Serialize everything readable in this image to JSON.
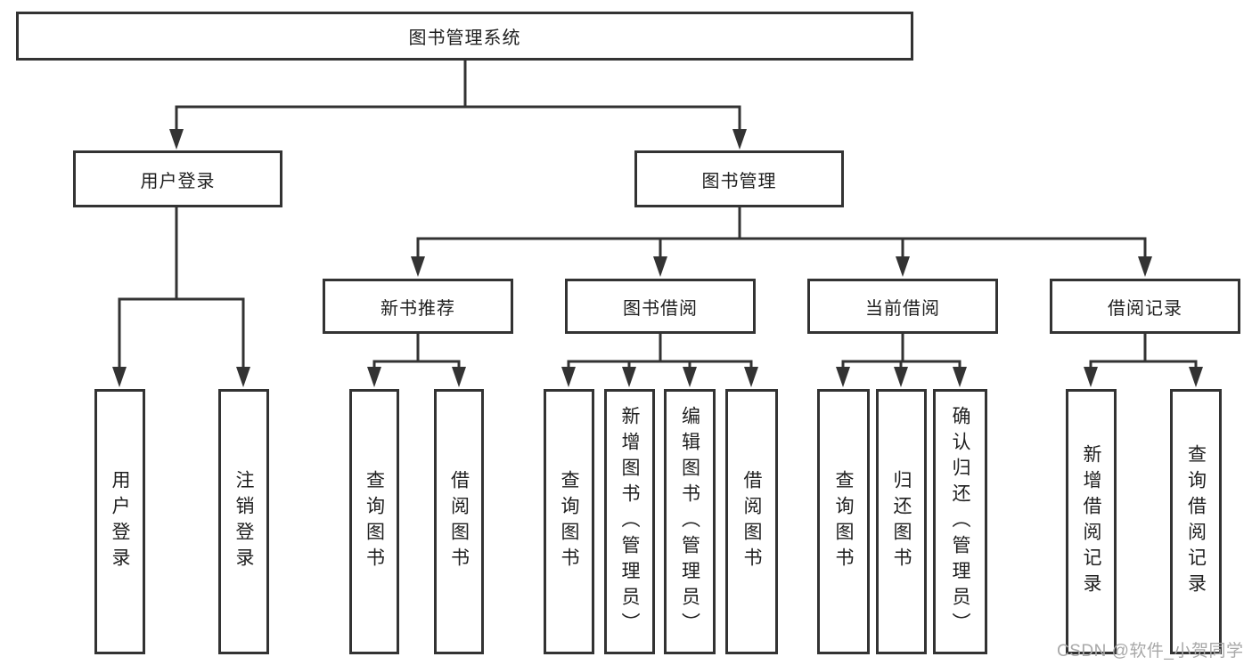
{
  "tree": {
    "root": {
      "label": "图书管理系统",
      "children": [
        {
          "label": "用户登录",
          "children": [
            {
              "label": "用户登录"
            },
            {
              "label": "注销登录"
            }
          ]
        },
        {
          "label": "图书管理",
          "children": [
            {
              "label": "新书推荐",
              "children": [
                {
                  "label": "查询图书"
                },
                {
                  "label": "借阅图书"
                }
              ]
            },
            {
              "label": "图书借阅",
              "children": [
                {
                  "label": "查询图书"
                },
                {
                  "label": "新增图书（管理员）"
                },
                {
                  "label": "编辑图书（管理员）"
                },
                {
                  "label": "借阅图书"
                }
              ]
            },
            {
              "label": "当前借阅",
              "children": [
                {
                  "label": "查询图书"
                },
                {
                  "label": "归还图书"
                },
                {
                  "label": "确认归还（管理员）"
                }
              ]
            },
            {
              "label": "借阅记录",
              "children": [
                {
                  "label": "新增借阅记录"
                },
                {
                  "label": "查询借阅记录"
                }
              ]
            }
          ]
        }
      ]
    }
  },
  "watermark": {
    "text": "CSDN @软件_小贺同学"
  },
  "colors": {
    "line": "#333333",
    "box_border": "#333333",
    "box_background": "#ffffff",
    "text": "#1f1f1f",
    "watermark": "#a8a8a8",
    "background": "#ffffff"
  }
}
